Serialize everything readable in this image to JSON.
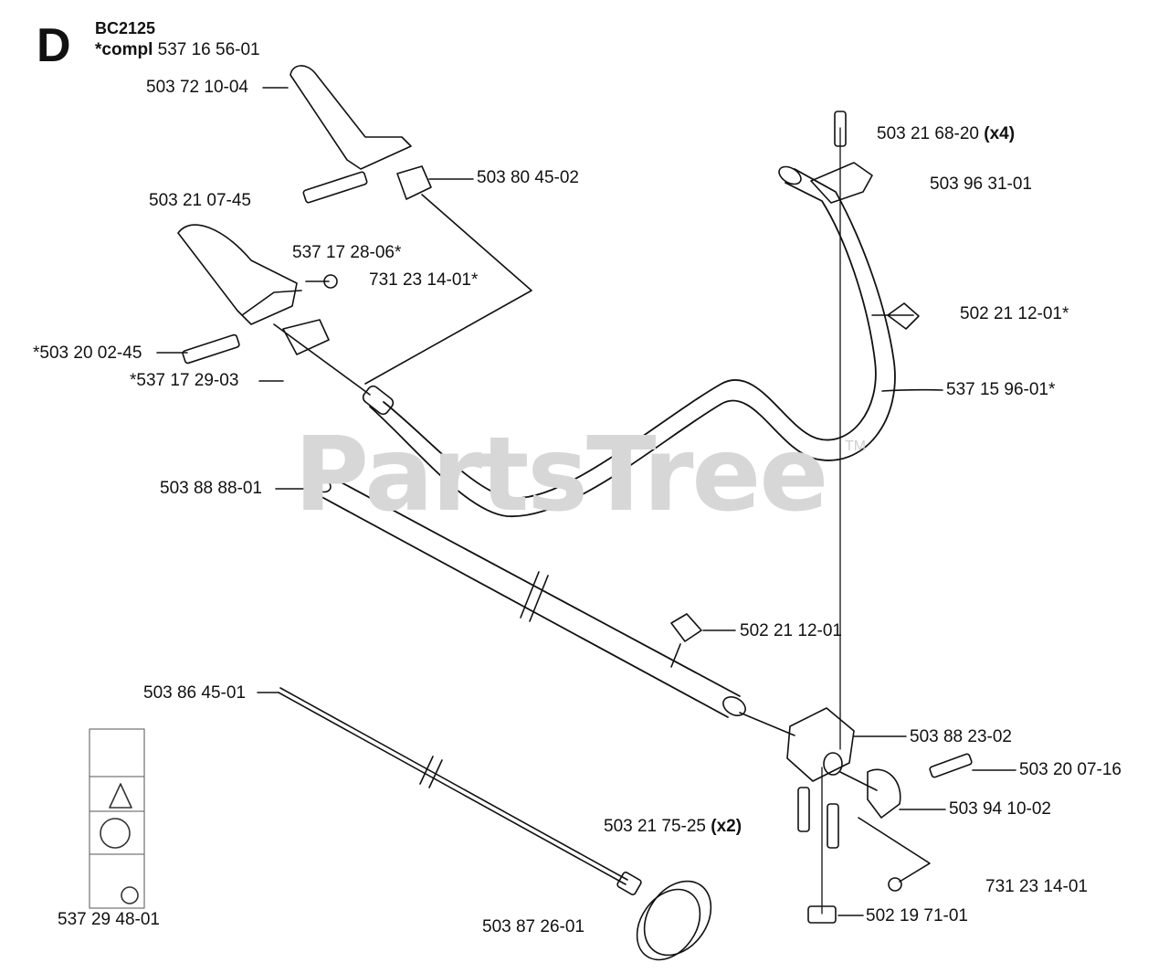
{
  "section_letter": "D",
  "model": "BC2125",
  "compl_prefix": "*compl",
  "compl_number": "537 16 56-01",
  "watermark": "PartsTree",
  "watermark_mark": "TM",
  "parts": [
    {
      "id": "p1",
      "number": "503 72 10-04",
      "qty": ""
    },
    {
      "id": "p2",
      "number": "503 80 45-02",
      "qty": ""
    },
    {
      "id": "p3",
      "number": "503 21 07-45",
      "qty": ""
    },
    {
      "id": "p4",
      "number": "537 17 28-06*",
      "qty": ""
    },
    {
      "id": "p5",
      "number": "731 23 14-01*",
      "qty": ""
    },
    {
      "id": "p6",
      "number": "*503 20 02-45",
      "qty": ""
    },
    {
      "id": "p7",
      "number": "*537 17 29-03",
      "qty": ""
    },
    {
      "id": "p8",
      "number": "503 21 68-20",
      "qty": "(x4)"
    },
    {
      "id": "p9",
      "number": "503 96 31-01",
      "qty": ""
    },
    {
      "id": "p10",
      "number": "502 21 12-01*",
      "qty": ""
    },
    {
      "id": "p11",
      "number": "537 15 96-01*",
      "qty": ""
    },
    {
      "id": "p12",
      "number": "503 88 88-01",
      "qty": ""
    },
    {
      "id": "p13",
      "number": "502 21 12-01",
      "qty": ""
    },
    {
      "id": "p14",
      "number": "503 86 45-01",
      "qty": ""
    },
    {
      "id": "p15",
      "number": "503 88 23-02",
      "qty": ""
    },
    {
      "id": "p16",
      "number": "503 20 07-16",
      "qty": ""
    },
    {
      "id": "p17",
      "number": "503 94 10-02",
      "qty": ""
    },
    {
      "id": "p18",
      "number": "503 21 75-25",
      "qty": "(x2)"
    },
    {
      "id": "p19",
      "number": "731 23 14-01",
      "qty": ""
    },
    {
      "id": "p20",
      "number": "503 87 26-01",
      "qty": ""
    },
    {
      "id": "p21",
      "number": "502 19 71-01",
      "qty": ""
    },
    {
      "id": "p22",
      "number": "537 29 48-01",
      "qty": ""
    }
  ]
}
